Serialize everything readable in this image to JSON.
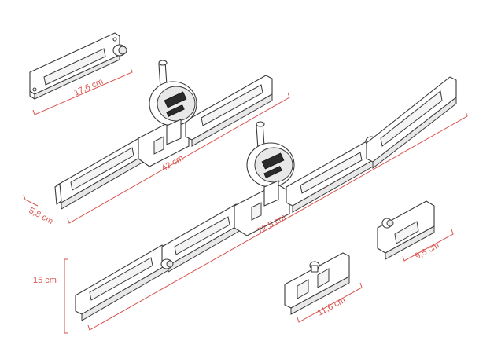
{
  "colors": {
    "dimension": "#d9544f",
    "outline": "#3a3a3a"
  },
  "dimensions": {
    "d1": "17,6 cm",
    "d2": "42 cm",
    "d3": "5,8 cm",
    "d4": "72,5 cm",
    "d5": "15 cm",
    "d6": "11,6 cm",
    "d7": "9,5 cm"
  }
}
